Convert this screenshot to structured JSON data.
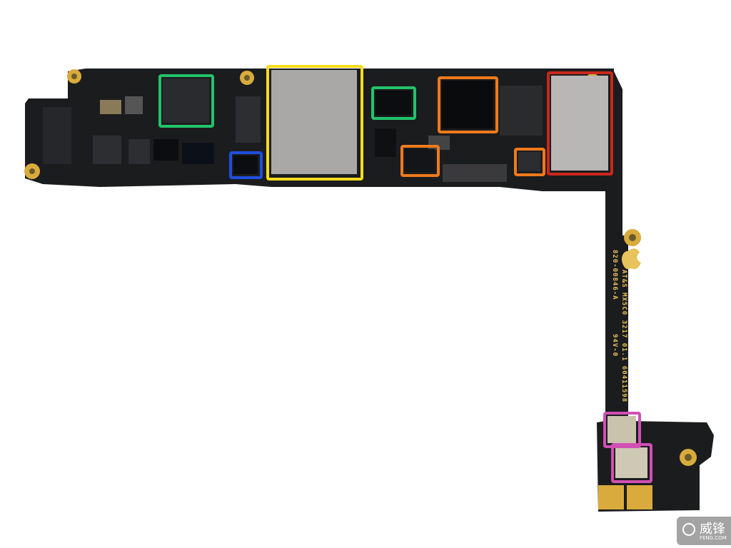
{
  "board_markings": {
    "part_number": "820-00846-A",
    "fab_line": "AT&S MX5C0 3217 01.1 60411598",
    "rating": "94V-0"
  },
  "highlight_colors": {
    "green": "#22c36a",
    "yellow": "#f4dc1c",
    "blue": "#1f4fe0",
    "orange": "#f07a1c",
    "red": "#c8281c",
    "magenta": "#d24fb4"
  },
  "watermark": {
    "name": "威锋",
    "site": "FENG.COM"
  }
}
